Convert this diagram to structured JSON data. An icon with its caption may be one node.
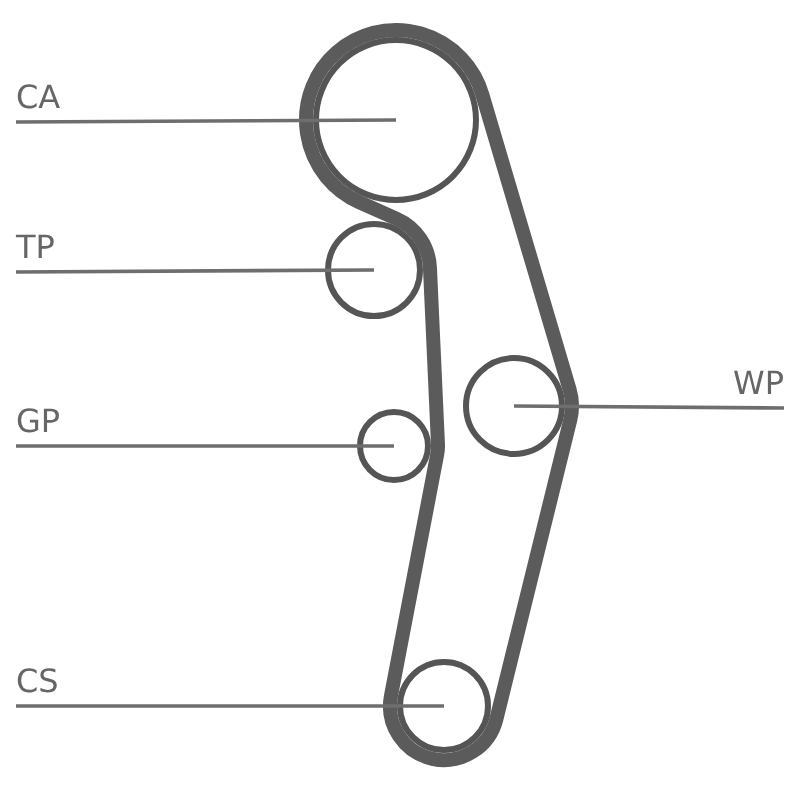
{
  "diagram": {
    "nodes": [
      {
        "text": [
          "CA"
        ]
      },
      {
        "text": [],
        "shape": "circle"
      },
      {
        "text": [
          "TP"
        ]
      },
      {
        "text": [],
        "shape": "circle"
      },
      {
        "text": [
          "WP"
        ]
      },
      {
        "text": [],
        "shape": "circle"
      },
      {
        "text": [
          "GP"
        ]
      },
      {
        "text": [],
        "shape": "circle"
      },
      {
        "text": [
          "CS"
        ]
      },
      {
        "text": [],
        "shape": "circle"
      }
    ],
    "edges": [
      {
        "from": 0,
        "to": 1,
        "arrow": "none"
      },
      {
        "from": 2,
        "to": 3,
        "arrow": "none"
      },
      {
        "from": 4,
        "to": 5,
        "arrow": "none"
      },
      {
        "from": 6,
        "to": 7,
        "arrow": "none"
      },
      {
        "from": 8,
        "to": 9,
        "arrow": "none"
      }
    ]
  }
}
